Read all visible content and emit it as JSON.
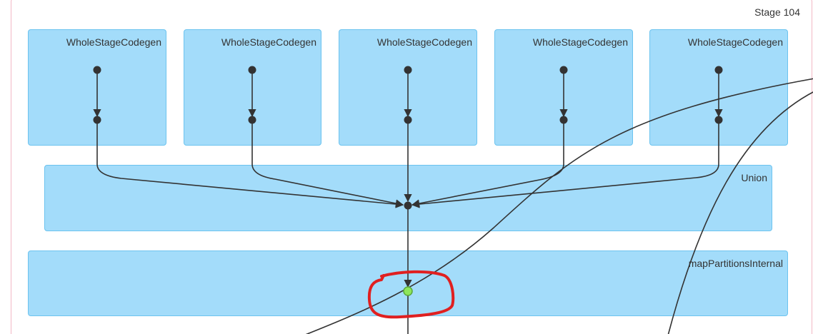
{
  "stage": {
    "label": "Stage 104"
  },
  "clusters": {
    "codegen": [
      "WholeStageCodegen",
      "WholeStageCodegen",
      "WholeStageCodegen",
      "WholeStageCodegen",
      "WholeStageCodegen"
    ],
    "union": "Union",
    "map_partitions": "mapPartitionsInternal"
  },
  "colors": {
    "cluster_fill": "#a3dcfa",
    "cluster_border": "#6cc3ef",
    "stage_border": "#f2b8c6",
    "node": "#333333",
    "highlight_node": "#8ee65b",
    "annotation_circle": "#e02020"
  }
}
